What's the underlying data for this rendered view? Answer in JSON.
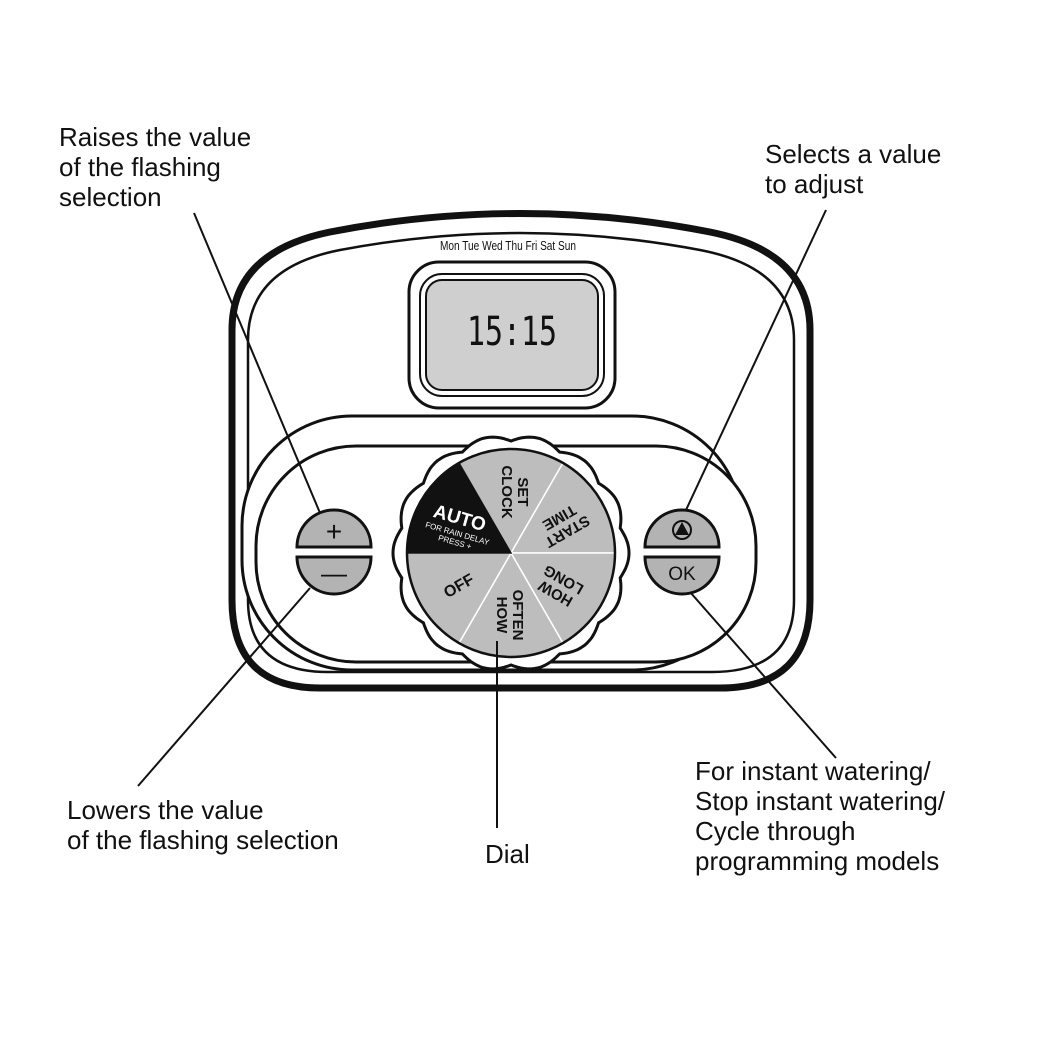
{
  "device": {
    "days": "Mon Tue Wed Thu Fri Sat Sun",
    "display_time": "15:15",
    "plus_symbol": "+",
    "minus_symbol": "—",
    "ok_label": "OK",
    "dial_segments": {
      "auto": "AUTO",
      "auto_sub_1": "FOR RAIN DELAY",
      "auto_sub_2": "PRESS +",
      "set_clock_1": "SET",
      "set_clock_2": "CLOCK",
      "start_time_1": "START",
      "start_time_2": "TIME",
      "how_long_1": "HOW",
      "how_long_2": "LONG",
      "how_often_1": "HOW",
      "how_often_2": "OFTEN",
      "off": "OFF"
    }
  },
  "callouts": {
    "raise": [
      "Raises the value",
      "of the flashing",
      "selection"
    ],
    "select": [
      "Selects a value",
      "to adjust"
    ],
    "lower": [
      "Lowers the value",
      "of the flashing selection"
    ],
    "dial": [
      "Dial"
    ],
    "instant": [
      "For instant watering/",
      "Stop instant watering/",
      "Cycle through",
      "programming models"
    ]
  },
  "colors": {
    "outline": "#111111",
    "lcd_fill": "#cfcfcf",
    "dial_fill": "#bdbdbd",
    "auto_fill": "#111111",
    "button_fill": "#b3b3b3"
  },
  "icons": {
    "water_button": "triangle-in-circle-icon"
  }
}
